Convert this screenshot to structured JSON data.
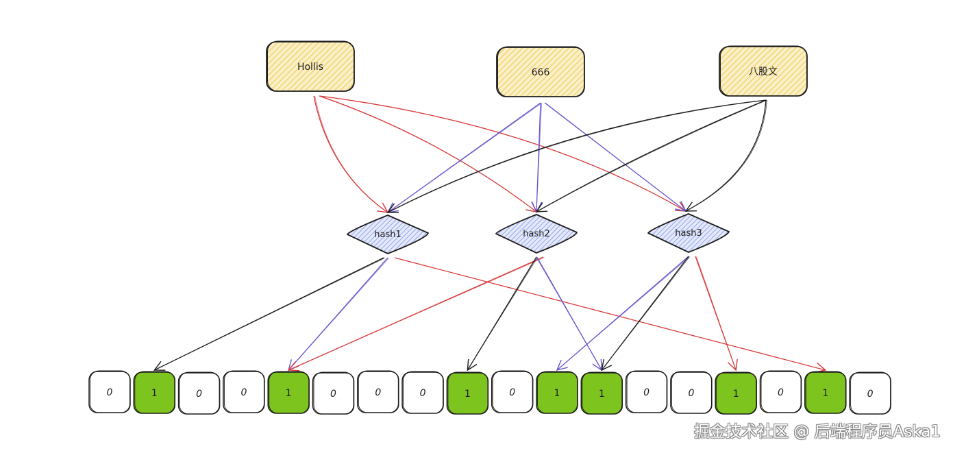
{
  "colors": {
    "input_fill": "#f5d87a",
    "hash_fill": "#a5b4ec",
    "bit_set_fill": "#7ec41e",
    "bit_empty_fill": "#ffffff",
    "stroke": "#1e1e1e",
    "red": "#d93c3c",
    "purple": "#6c55cc",
    "black": "#1e1e1e"
  },
  "inputs": [
    {
      "id": "in-hollis",
      "label": "Hollis",
      "color": "red"
    },
    {
      "id": "in-666",
      "label": "666",
      "color": "purple"
    },
    {
      "id": "in-bagu",
      "label": "八股文",
      "color": "black"
    }
  ],
  "hashes": [
    {
      "id": "h1",
      "label": "hash1"
    },
    {
      "id": "h2",
      "label": "hash2"
    },
    {
      "id": "h3",
      "label": "hash3"
    }
  ],
  "bits": [
    0,
    1,
    0,
    0,
    1,
    0,
    0,
    0,
    1,
    0,
    1,
    1,
    0,
    0,
    1,
    0,
    1,
    0
  ],
  "edges_input_to_hash": [
    {
      "from": 0,
      "to": 0,
      "color": "red"
    },
    {
      "from": 0,
      "to": 1,
      "color": "red"
    },
    {
      "from": 0,
      "to": 2,
      "color": "red"
    },
    {
      "from": 1,
      "to": 0,
      "color": "purple"
    },
    {
      "from": 1,
      "to": 1,
      "color": "purple"
    },
    {
      "from": 1,
      "to": 2,
      "color": "purple"
    },
    {
      "from": 2,
      "to": 0,
      "color": "black"
    },
    {
      "from": 2,
      "to": 1,
      "color": "black"
    },
    {
      "from": 2,
      "to": 2,
      "color": "black"
    }
  ],
  "edges_hash_to_bit": [
    {
      "from": 0,
      "to": 1,
      "color": "black"
    },
    {
      "from": 0,
      "to": 4,
      "color": "purple"
    },
    {
      "from": 0,
      "to": 16,
      "color": "red"
    },
    {
      "from": 1,
      "to": 4,
      "color": "red"
    },
    {
      "from": 1,
      "to": 8,
      "color": "black"
    },
    {
      "from": 1,
      "to": 11,
      "color": "purple"
    },
    {
      "from": 2,
      "to": 10,
      "color": "purple"
    },
    {
      "from": 2,
      "to": 11,
      "color": "black"
    },
    {
      "from": 2,
      "to": 14,
      "color": "red"
    }
  ],
  "watermark": "掘金技术社区 @ 后端程序员Aska1"
}
